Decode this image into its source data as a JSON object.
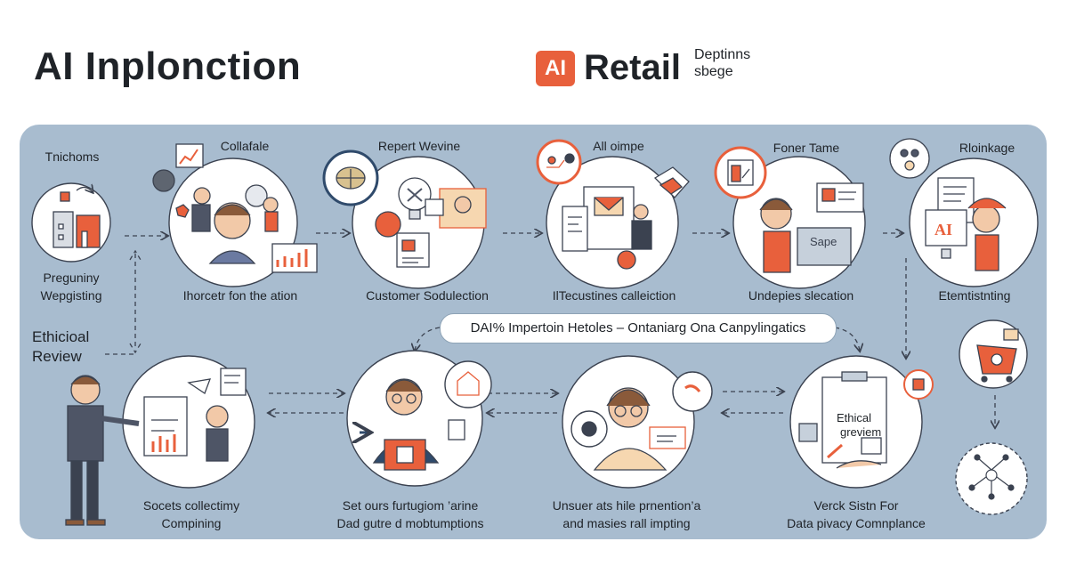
{
  "header": {
    "title": "AI Inplonction",
    "brand_logo_text": "AI",
    "brand_name": "Retail",
    "brand_tag_line1": "Deptinns",
    "brand_tag_line2": "sbege"
  },
  "banner": {
    "text": "DAI% Impertoin Hetoles – Ontaniarg Ona Canpylingatics"
  },
  "side_label": {
    "line1": "Ethicioal",
    "line2": "Review"
  },
  "steps_top": [
    {
      "top_label": "Tnichoms",
      "bottom_line1": "Preguniny",
      "bottom_line2": "Wepgisting"
    },
    {
      "top_label": "Collafale",
      "bottom_line1": "Ihorcetr fon the ation",
      "bottom_line2": ""
    },
    {
      "top_label": "Repert Wevine",
      "bottom_line1": "Customer Sodulection",
      "bottom_line2": ""
    },
    {
      "top_label": "All oimpe",
      "bottom_line1": "IlTecustines calleiction",
      "bottom_line2": ""
    },
    {
      "top_label": "Foner Tame",
      "bottom_line1": "Undepies slecation",
      "bottom_line2": ""
    },
    {
      "top_label": "Rloinkage",
      "bottom_line1": "Etemtistnting",
      "bottom_line2": ""
    }
  ],
  "steps_bottom": [
    {
      "line1": "Socets collectimy",
      "line2": "Compining"
    },
    {
      "line1": "Set ours furtugiom ’arine",
      "line2": "Dad gutre d mobtumptions"
    },
    {
      "line1": "Unsuer ats hile prnention’a",
      "line2": "and masies rall impting"
    },
    {
      "line1": "Verck Sistn For",
      "line2": "Data pivacy Comnplance"
    }
  ],
  "icon_text": {
    "ai_card": "AI",
    "sape_card": "Sape",
    "clipboard_line1": "Ethical",
    "clipboard_line2": "greviem"
  },
  "colors": {
    "panel": "#a8bccf",
    "accent": "#e8603c",
    "outline": "#3b4250",
    "circle": "#ffffff"
  }
}
